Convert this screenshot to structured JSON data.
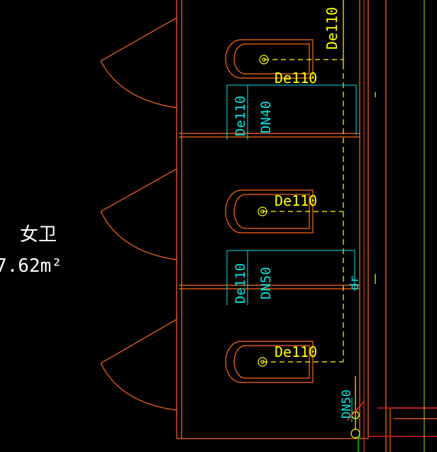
{
  "room": {
    "name": "女卫",
    "area": "7.62m²"
  },
  "labels": {
    "riser_top": "De110",
    "toilet_1_pipe": "De110",
    "toilet_2_pipe": "De110",
    "toilet_3_pipe": "De110",
    "branch_1_de": "De110",
    "branch_1_dn": "DN40",
    "branch_2_de": "De110",
    "branch_2_dn": "DN50",
    "floor_drain_marker": "dr",
    "bottom_dn": "DN50"
  },
  "colors": {
    "background": "#000000",
    "wall": "#ff6a1a",
    "partition": "#ff6a1a",
    "door": "#ff6a1a",
    "fixture": "#ff6a1a",
    "pipe": "#ffff00",
    "annotation_yellow": "#ffff00",
    "annotation_cyan": "#00e5e5",
    "room_text": "#ffffff",
    "red_line": "#ff2020",
    "green_line": "#00ff00"
  }
}
